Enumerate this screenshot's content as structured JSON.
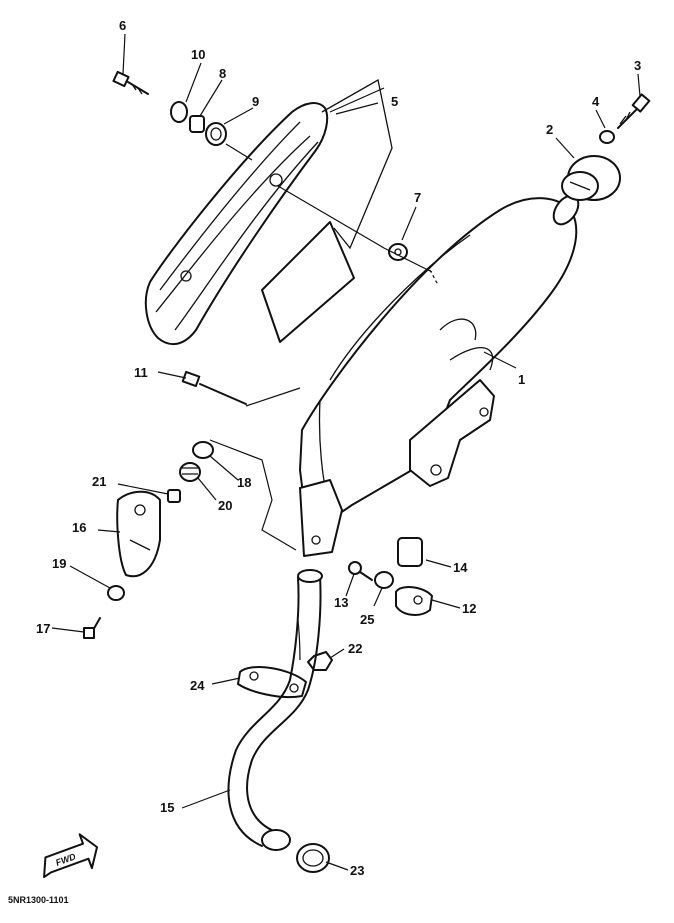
{
  "diagram_code": "5NR1300-1101",
  "direction_label": "FWD",
  "callouts": {
    "c1": "1",
    "c2": "2",
    "c3": "3",
    "c4": "4",
    "c5": "5",
    "c6": "6",
    "c7": "7",
    "c8": "8",
    "c9": "9",
    "c10": "10",
    "c11": "11",
    "c12": "12",
    "c13": "13",
    "c14": "14",
    "c15": "15",
    "c16": "16",
    "c17": "17",
    "c18": "18",
    "c19": "19",
    "c20": "20",
    "c21": "21",
    "c22": "22",
    "c23": "23",
    "c24": "24",
    "c25": "25"
  }
}
